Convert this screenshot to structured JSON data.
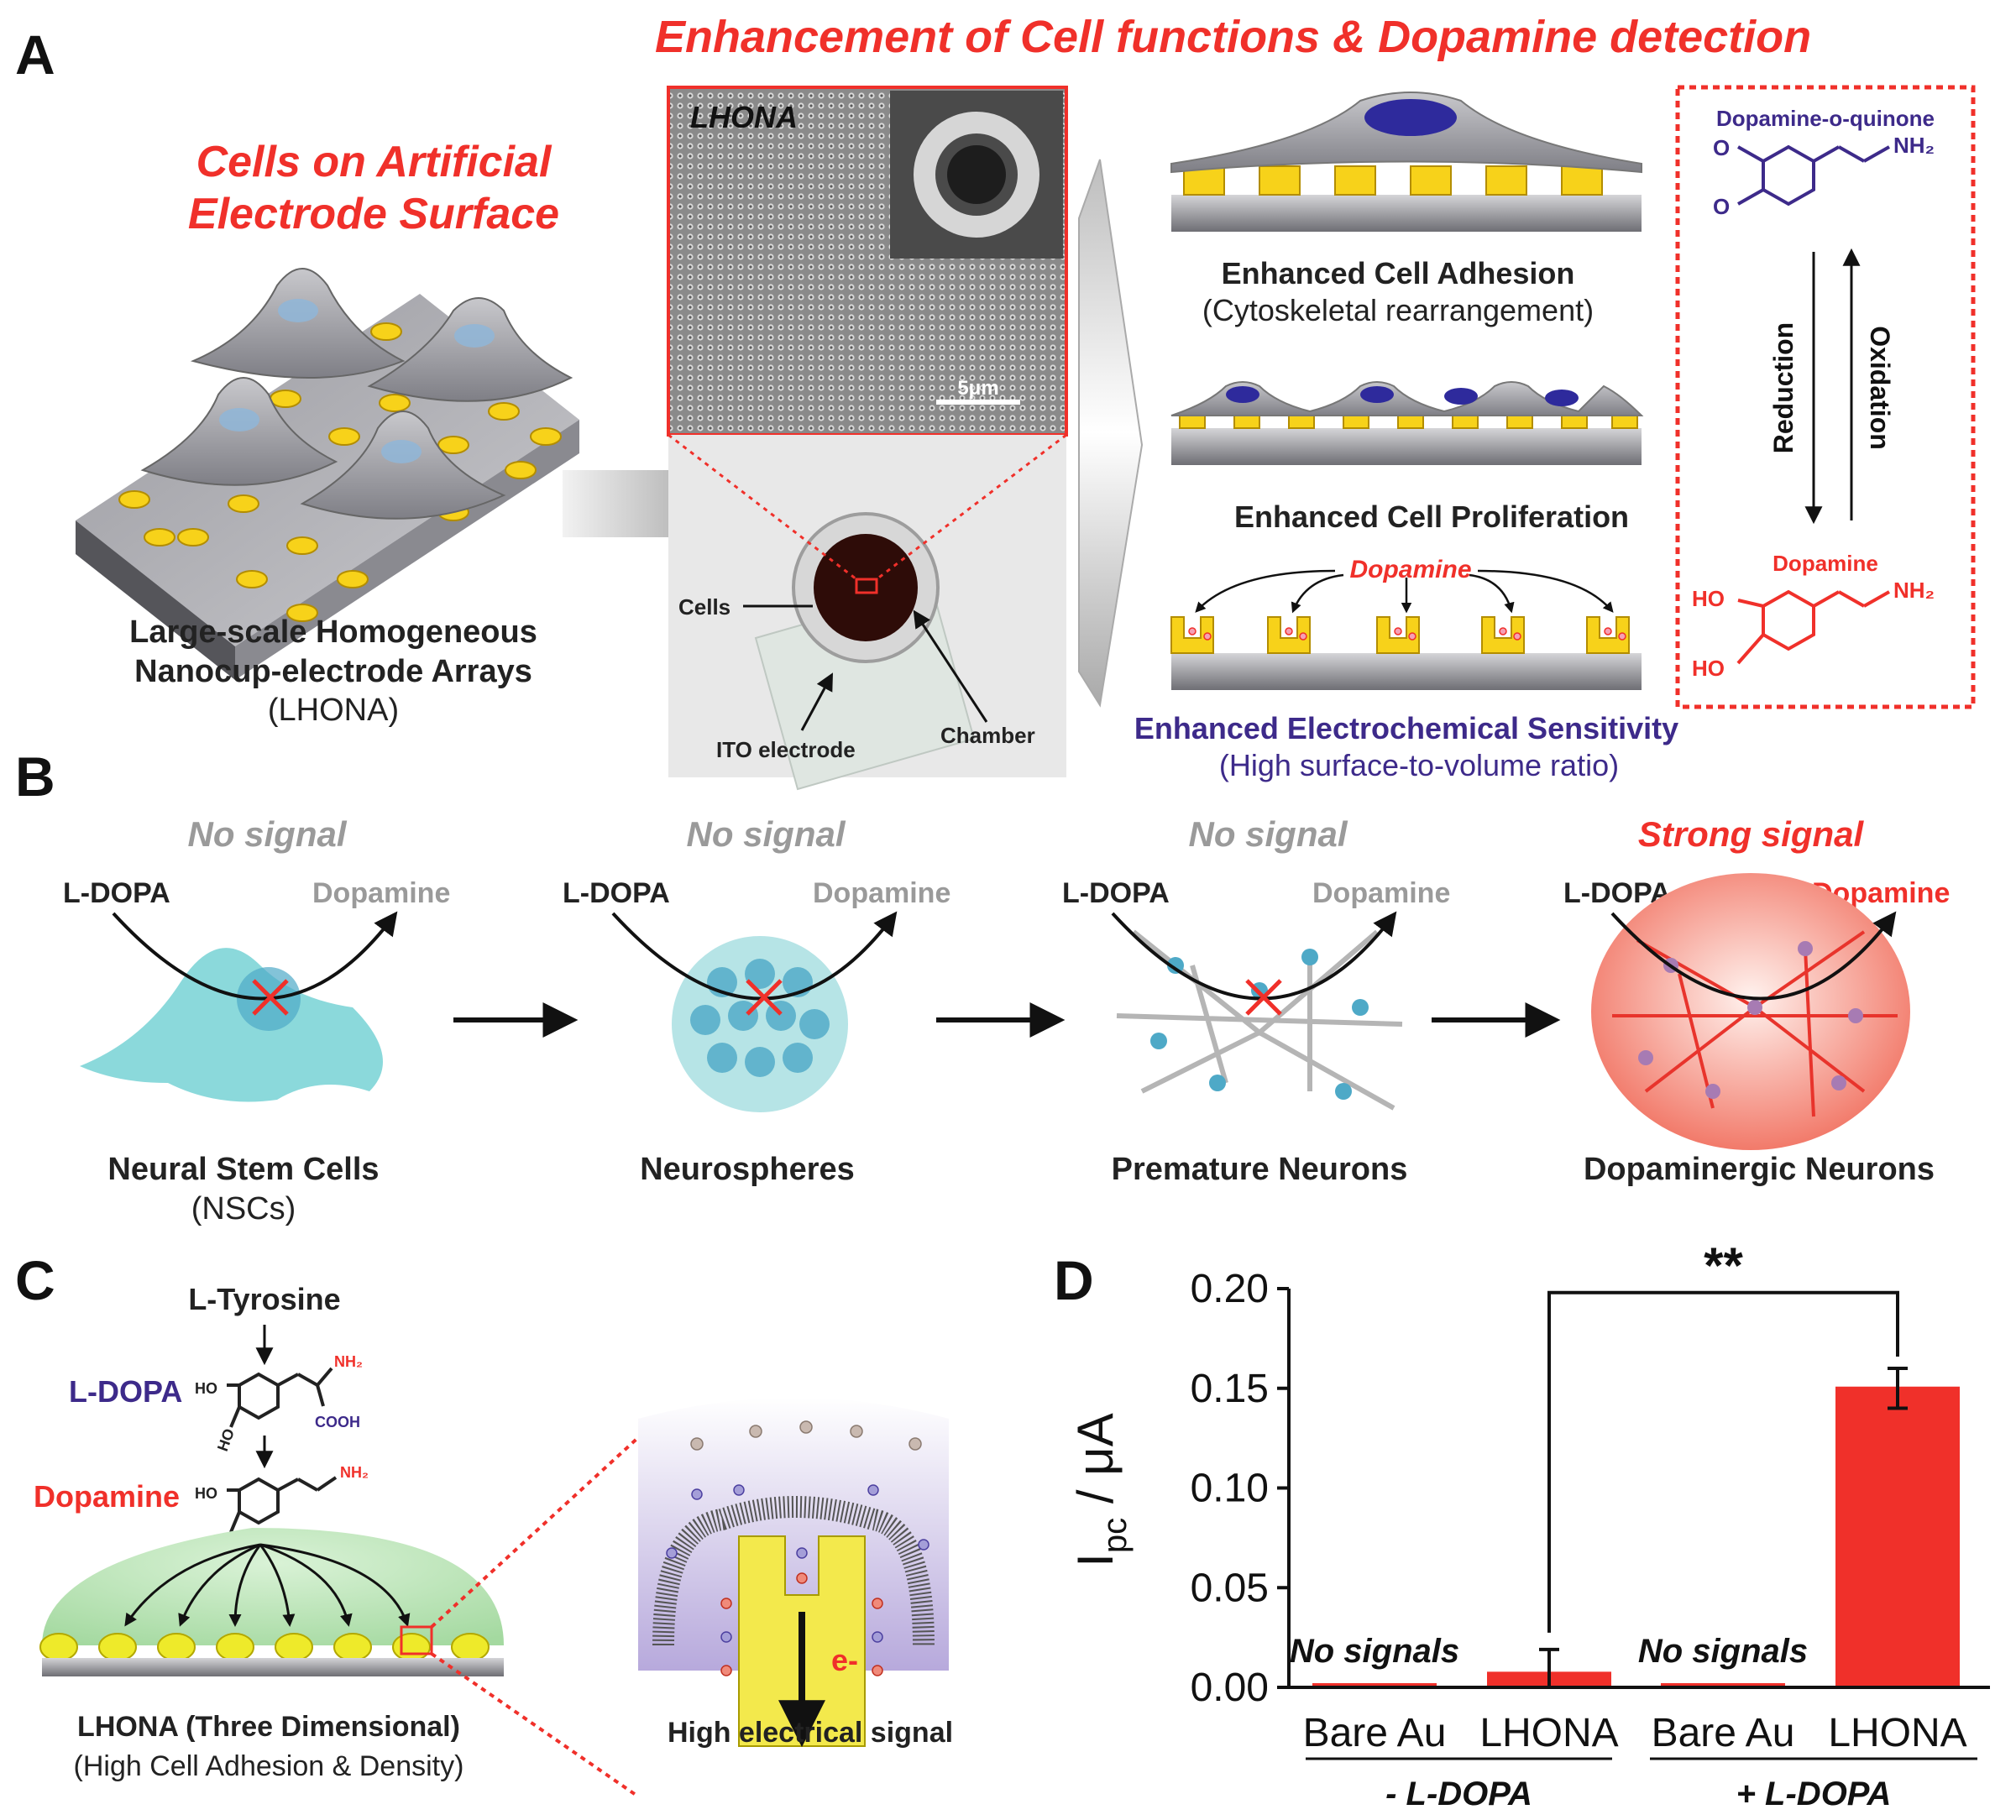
{
  "panels": {
    "A": "A",
    "B": "B",
    "C": "C",
    "D": "D"
  },
  "panelA": {
    "title": "Enhancement of Cell functions & Dopamine detection",
    "left_title_line1": "Cells on Artificial",
    "left_title_line2": "Electrode Surface",
    "array_caption_line1": "Large-scale Homogeneous",
    "array_caption_line2": "Nanocup-electrode Arrays",
    "array_caption_line3": "(LHONA)",
    "sem_label": "LHONA",
    "scale_bar": "5μm",
    "photo_labels": {
      "cells": "Cells",
      "ito": "ITO electrode",
      "chamber": "Chamber"
    },
    "adhesion_title": "Enhanced Cell Adhesion",
    "adhesion_sub": "(Cytoskeletal rearrangement)",
    "proliferation_title": "Enhanced Cell Proliferation",
    "dopamine_label": "Dopamine",
    "sensitivity_title": "Enhanced Electrochemical Sensitivity",
    "sensitivity_sub": "(High surface-to-volume ratio)",
    "redox": {
      "quinone": "Dopamine-o-quinone",
      "reduction": "Reduction",
      "oxidation": "Oxidation",
      "dopamine": "Dopamine",
      "nh2": "NH₂",
      "ho1": "HO",
      "ho2": "HO"
    }
  },
  "panelB": {
    "stages": [
      {
        "signal": "No signal",
        "input": "L-DOPA",
        "output": "Dopamine",
        "name": "Neural Stem Cells",
        "sub": "(NSCs)"
      },
      {
        "signal": "No signal",
        "input": "L-DOPA",
        "output": "Dopamine",
        "name": "Neurospheres",
        "sub": ""
      },
      {
        "signal": "No signal",
        "input": "L-DOPA",
        "output": "Dopamine",
        "name": "Premature Neurons",
        "sub": ""
      },
      {
        "signal": "Strong signal",
        "input": "L-DOPA",
        "output": "Dopamine",
        "name": "Dopaminergic Neurons",
        "sub": ""
      }
    ]
  },
  "panelC": {
    "tyrosine": "L-Tyrosine",
    "ldopa": "L-DOPA",
    "dopamine": "Dopamine",
    "ho": "HO",
    "nh2": "NH₂",
    "cooh": "COOH",
    "caption_line1": "LHONA (Three Dimensional)",
    "caption_line2": "(High Cell Adhesion & Density)",
    "electron": "e-",
    "zoom_caption": "High electrical signal"
  },
  "chart_data": {
    "type": "bar",
    "title": "",
    "xlabel": "",
    "ylabel": "I_pc / μA",
    "ylabel_main": "I",
    "ylabel_sub": "pc",
    "ylabel_unit": " / μA",
    "ylim": [
      0,
      0.2
    ],
    "yticks": [
      "0.00",
      "0.05",
      "0.10",
      "0.15",
      "0.20"
    ],
    "categories": [
      "Bare Au",
      "LHONA",
      "Bare Au",
      "LHONA"
    ],
    "values": [
      0.0,
      0.007,
      0.0,
      0.15
    ],
    "errors": [
      0,
      0.012,
      0,
      0.01
    ],
    "bar_color": "#f0302a",
    "groups": [
      "- L-DOPA",
      "+ L-DOPA"
    ],
    "annotations": [
      "No signals",
      "No signals"
    ],
    "significance": "**"
  }
}
